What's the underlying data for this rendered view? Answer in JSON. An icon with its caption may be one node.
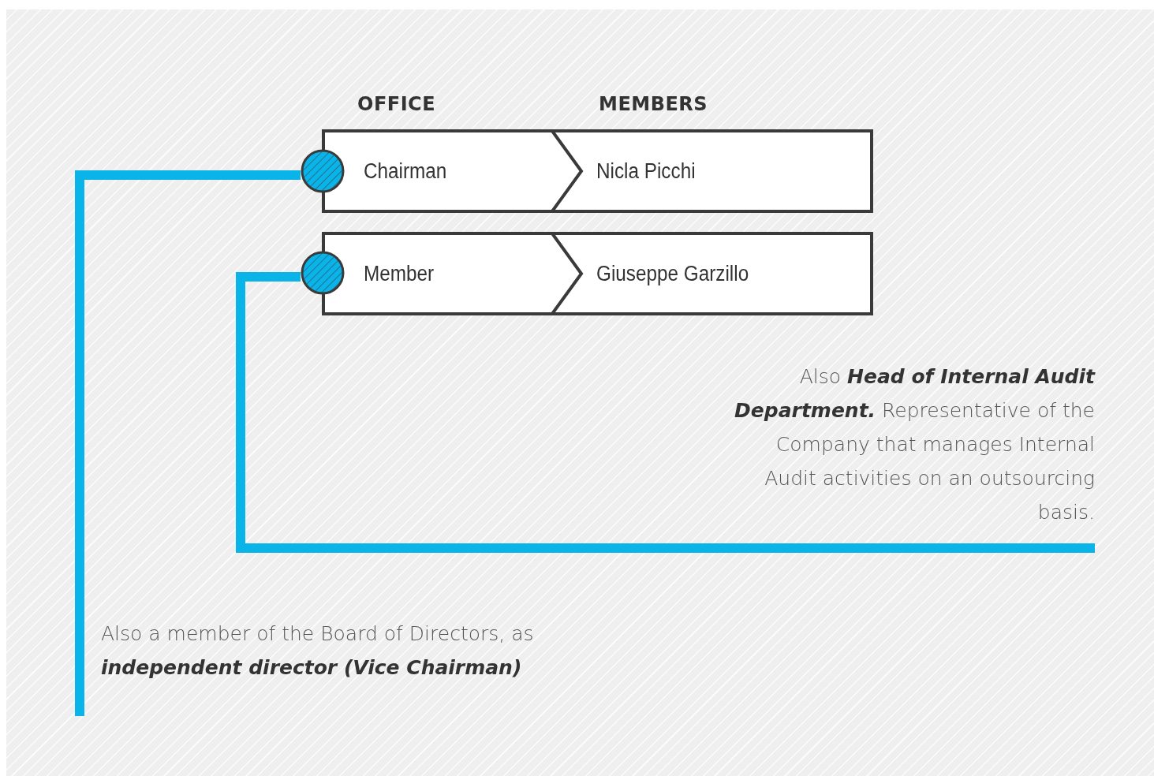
{
  "diagram": {
    "nodes": [
      {
        "text": [
          "Chairman"
        ]
      },
      {
        "text": [
          "Nicla Picchi"
        ]
      },
      {
        "text": [
          "Member"
        ]
      },
      {
        "text": [
          "Giuseppe Garzillo"
        ]
      },
      {
        "text": [],
        "shape": "circle"
      },
      {
        "text": [],
        "shape": "circle"
      },
      {
        "text": [
          "Also **Head of Internal Audit Department.** Representative of the Company that manages Internal Audit activities on an outsourcing basis."
        ]
      },
      {
        "text": [
          "Also a member of the Board of Directors, as **independent director (Vice Chairman)**"
        ]
      }
    ],
    "edges": [
      {
        "from": 4,
        "to": 7,
        "arrow": "none"
      },
      {
        "from": 5,
        "to": 6,
        "arrow": "none"
      }
    ],
    "labels": [
      "OFFICE",
      "MEMBERS"
    ]
  }
}
